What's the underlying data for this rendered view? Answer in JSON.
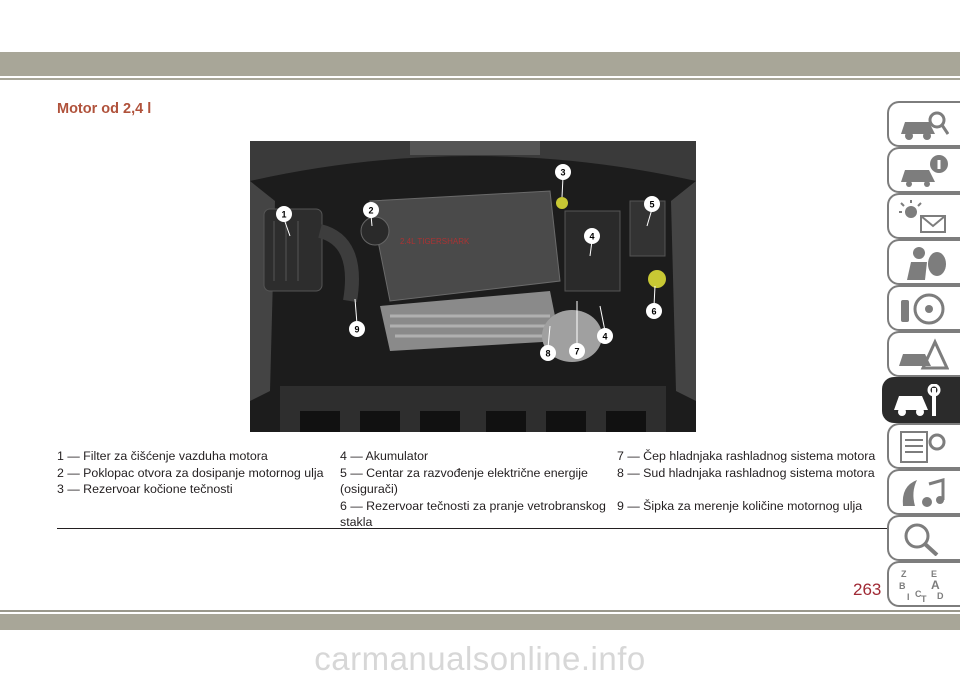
{
  "header": {
    "title": "Motor od 2,4 l"
  },
  "figure": {
    "callouts": [
      "1",
      "2",
      "3",
      "4",
      "5",
      "6",
      "7",
      "8",
      "9",
      "4"
    ],
    "engine_text": "2.4L TIGERSHARK"
  },
  "legend": {
    "col1": [
      "1 — Filter za čišćenje vazduha motora",
      "2 — Poklopac otvora za dosipanje motornog ulja",
      "3 — Rezervoar kočione tečnosti"
    ],
    "col2": [
      "4 — Akumulator",
      "5 — Centar za razvođenje električne energije (osigurači)",
      "6 — Rezervoar tečnosti za pranje vetrobranskog stakla"
    ],
    "col3": [
      "7 — Čep hladnjaka rashladnog sistema motora",
      "8 — Sud hladnjaka rashladnog sistema motora",
      "9 — Šipka za merenje količine motornog ulja"
    ]
  },
  "page_number": "263",
  "tabs": [
    {
      "icon": "car-search-icon"
    },
    {
      "icon": "car-info-icon"
    },
    {
      "icon": "warning-lights-icon"
    },
    {
      "icon": "safety-airbag-icon"
    },
    {
      "icon": "steering-wheel-icon"
    },
    {
      "icon": "roadside-warning-icon"
    },
    {
      "icon": "car-maintenance-icon",
      "active": true
    },
    {
      "icon": "specifications-icon"
    },
    {
      "icon": "multimedia-icon"
    },
    {
      "icon": "search-icon"
    },
    {
      "icon": "index-icon",
      "letters": [
        "Z",
        "E",
        "B",
        "A",
        "I",
        "C",
        "D",
        "T"
      ]
    }
  ],
  "watermark": "carmanualsonline.info",
  "colors": {
    "title": "#b0523b",
    "page_number": "#a02a35",
    "band": "#a8a698",
    "tab_active": "#2b2b2b"
  }
}
